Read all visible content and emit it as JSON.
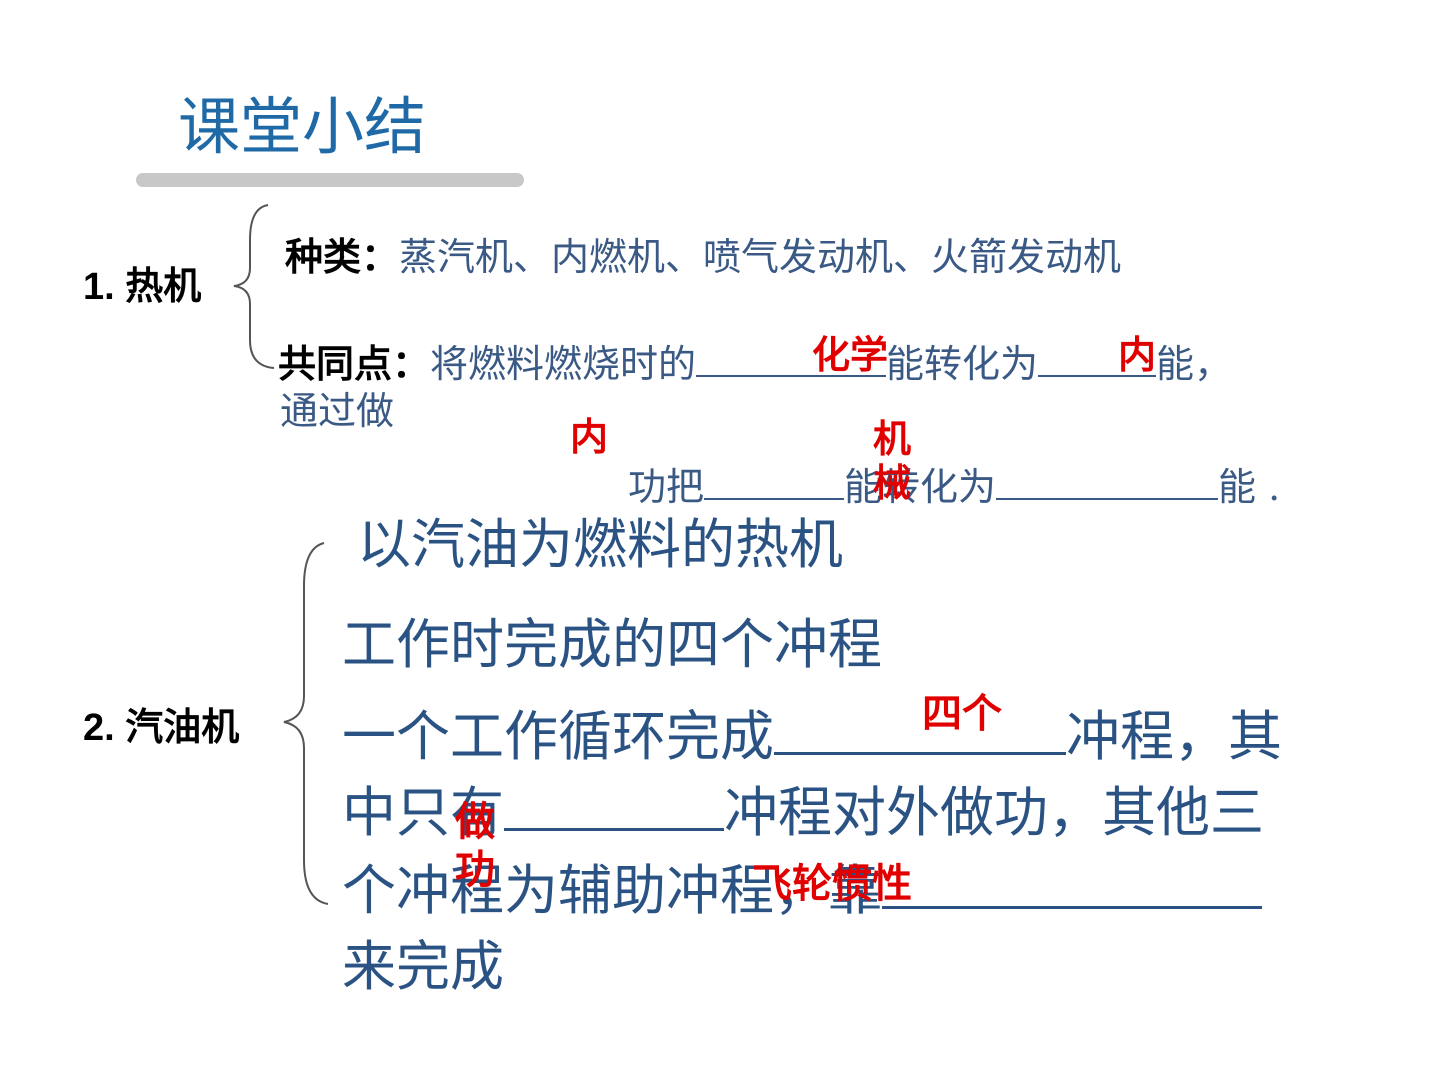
{
  "title": "课堂小结",
  "section1": {
    "label": "1. 热机",
    "types_label": "种类：",
    "types_text": "蒸汽机、内燃机、喷气发动机、火箭发动机",
    "common_label": "共同点：",
    "common_text_a": "将燃料燃烧时的",
    "common_text_b": "能转化为",
    "common_text_c": "能，",
    "common_text_d": "通过做",
    "common_text_e": "功把",
    "common_text_f": "能转化为",
    "common_text_g": "能 .",
    "answers": {
      "chemical": "化学",
      "internal1": "内",
      "internal2": "内",
      "mechanical": "机\n械"
    }
  },
  "section2": {
    "label": "2. 汽油机",
    "line1": "以汽油为燃料的热机",
    "line2": "工作时完成的四个冲程",
    "line3_a": "一个工作循环完成",
    "line3_b": "冲程，其",
    "line4_a": "中只有",
    "line4_b": "冲程对外做功，其他三",
    "line5_a": "个冲程为辅助冲程，靠",
    "line6": "来完成",
    "answers": {
      "four": "四个",
      "work": "做\n功",
      "flywheel": "飞轮惯性"
    }
  },
  "colors": {
    "title": "#1f6aa6",
    "body": "#2a5384",
    "answer": "#e00000"
  }
}
